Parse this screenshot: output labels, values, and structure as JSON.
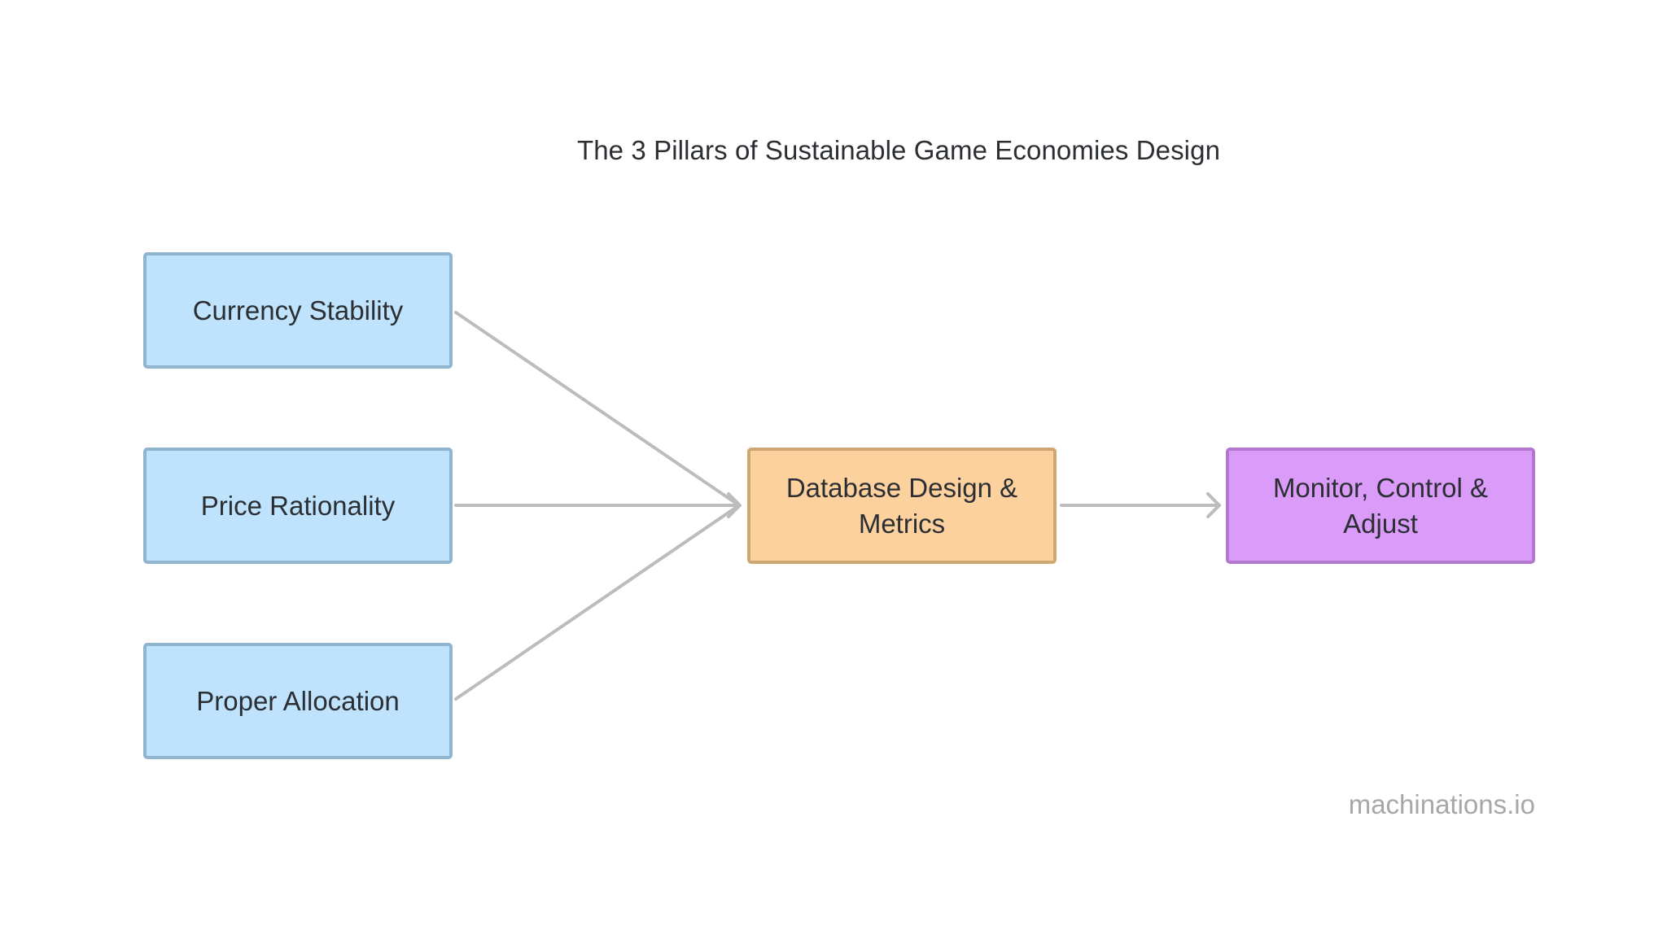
{
  "title": "The 3 Pillars of Sustainable Game Economies Design",
  "nodes": {
    "currency": "Currency Stability",
    "price": "Price Rationality",
    "allocation": "Proper Allocation",
    "database": "Database Design & Metrics",
    "monitor": "Monitor, Control & Adjust"
  },
  "brand": "machinations.io",
  "colors": {
    "pillar_fill": "#bfe3fc",
    "pillar_border": "#8fb5cf",
    "database_fill": "#fdd19e",
    "database_border": "#cfa774",
    "monitor_fill": "#db9bf8",
    "monitor_border": "#b277cf",
    "edge": "#bcbcbc"
  }
}
